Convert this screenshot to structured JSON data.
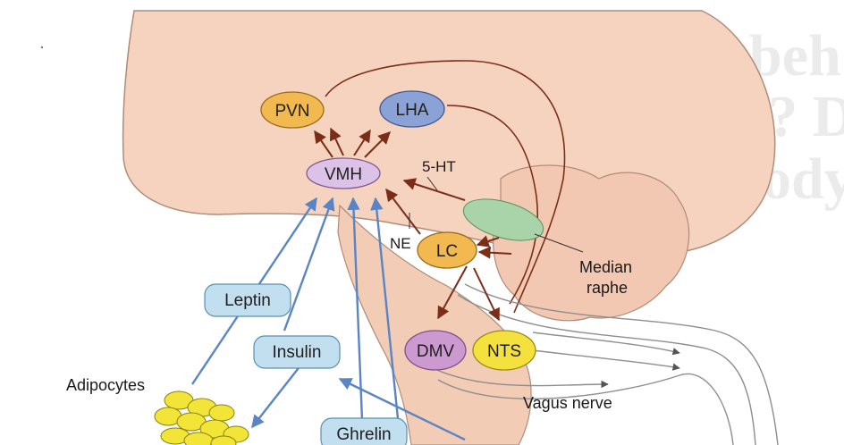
{
  "background_text": [
    "beh",
    "e? D",
    "ody"
  ],
  "nodes": {
    "pvn": "PVN",
    "lha": "LHA",
    "vmh": "VMH",
    "lc": "LC",
    "dmv": "DMV",
    "nts": "NTS"
  },
  "hormones": {
    "leptin": "Leptin",
    "insulin": "Insulin",
    "ghrelin": "Ghrelin"
  },
  "labels": {
    "five_ht": "5-HT",
    "ne": "NE",
    "median_raphe_1": "Median",
    "median_raphe_2": "raphe",
    "adipocytes": "Adipocytes",
    "vagus_nerve": "Vagus nerve"
  },
  "colors": {
    "brain_fill": "#f5d3bf",
    "brain_stroke": "#b08b7a",
    "pvn": "#f1b94f",
    "lha": "#8aa2d6",
    "vmh": "#dcc2e7",
    "lc": "#f1b94f",
    "dmv": "#cc9ad0",
    "nts": "#f5e13d",
    "median_raphe": "#a9d3a8",
    "hormone_box": "#c2dff0",
    "adipocyte": "#f2e537",
    "neural_arrow": "#7a2e18",
    "hormone_arrow": "#5a85c5"
  }
}
